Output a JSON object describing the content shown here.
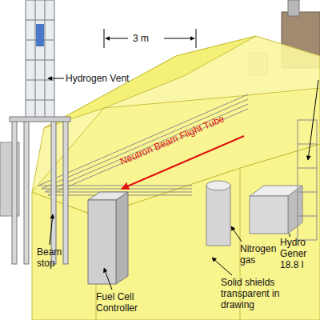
{
  "diagram": {
    "labels": [
      "3 m",
      "Hydrogen Vent",
      "Neutron Beam Flight Tube",
      "Nitrogen gas",
      "Hydro Gener 18.8 l",
      "Beam stop",
      "Fuel Cell Controller",
      "Solid shields transparent in drawing"
    ]
  }
}
